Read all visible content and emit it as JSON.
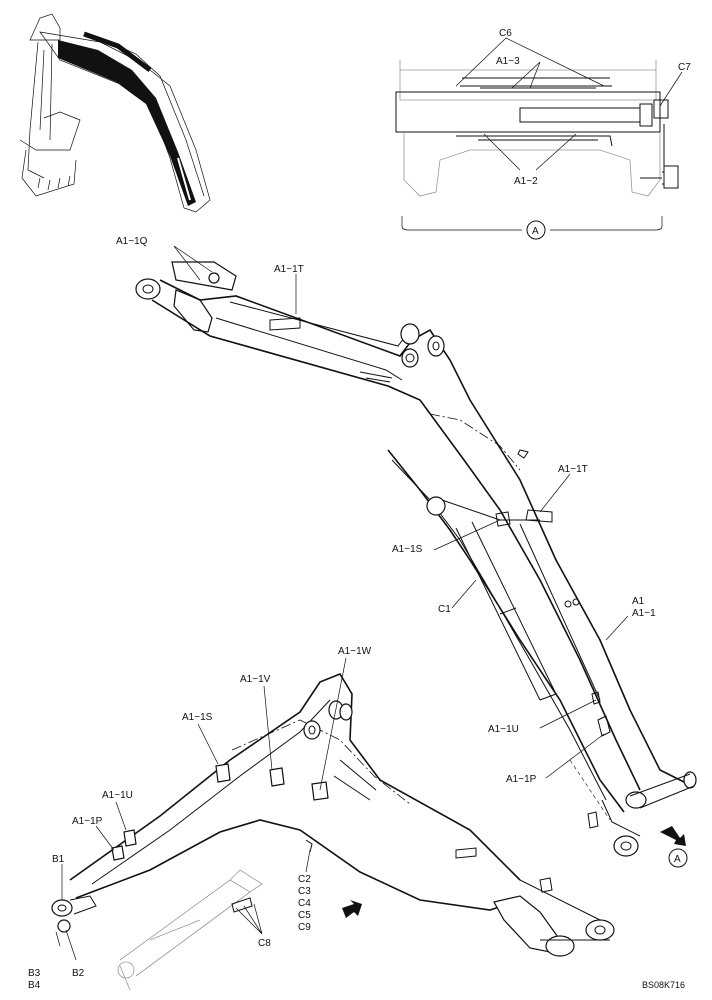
{
  "labels": {
    "c6": "C6",
    "a1_3": "A1−3",
    "c7": "C7",
    "a1_2": "A1−2",
    "view_a_top": "A",
    "a1_1q": "A1−1Q",
    "a1_1t_top": "A1−1T",
    "a1_1t_right": "A1−1T",
    "a1_1s_right": "A1−1S",
    "c1": "C1",
    "a1": "A1",
    "a1_1": "A1−1",
    "a1_1u_right": "A1−1U",
    "a1_1p_right": "A1−1P",
    "view_a_bottom": "A",
    "a1_1w": "A1−1W",
    "a1_1v": "A1−1V",
    "a1_1s_left": "A1−1S",
    "a1_1u_left": "A1−1U",
    "a1_1p_left": "A1−1P",
    "b1": "B1",
    "b2": "B2",
    "b3": "B3",
    "b4": "B4",
    "c2": "C2",
    "c3": "C3",
    "c4": "C4",
    "c5": "C5",
    "c9": "C9",
    "c8": "C8",
    "drawing_code": "BS08K716"
  }
}
